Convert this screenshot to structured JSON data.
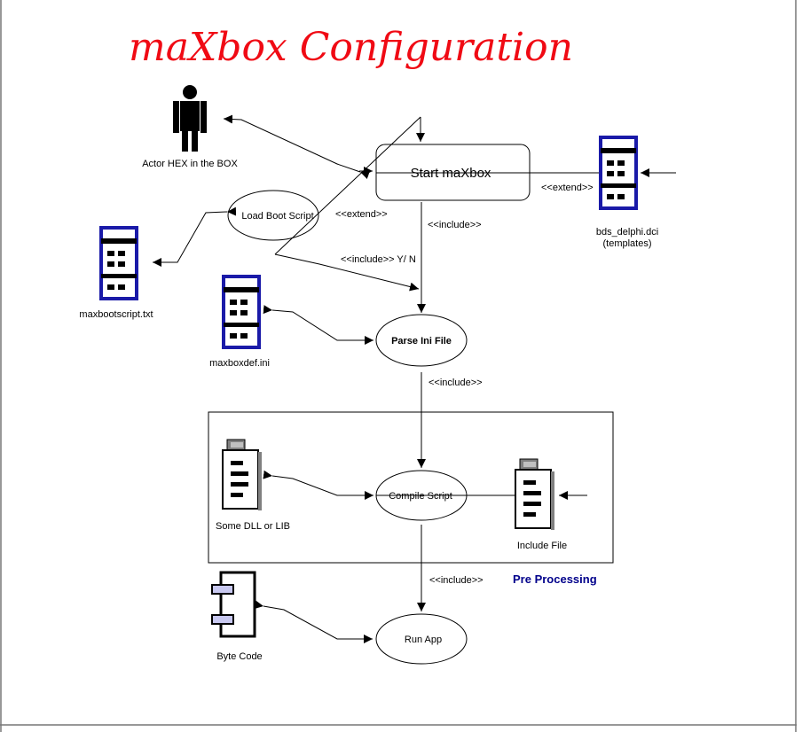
{
  "title": "maXbox Configuration",
  "actor": {
    "label": "Actor HEX in the BOX"
  },
  "nodes": {
    "start": "Start maXbox",
    "load_boot": "Load Boot Script",
    "parse_ini": "Parse Ini File",
    "compile": "Compile Script",
    "run_app": "Run App"
  },
  "artifacts": {
    "bds": [
      "bds_delphi.dci",
      "(templates)"
    ],
    "maxbootscript": "maxbootscript.txt",
    "maxboxdef": "maxboxdef.ini",
    "dll": "Some DLL or LIB",
    "include_file": "Include File",
    "byte_code": "Byte Code"
  },
  "relations": {
    "extend_bds": "<<extend>>",
    "extend_boot": "<<extend>>",
    "include_start": "<<include>>",
    "include_yn": "<<include>> Y/ N",
    "include_parse": "<<include>>",
    "include_run": "<<include>>"
  },
  "group": {
    "label": "Pre Processing"
  },
  "colors": {
    "title": "#f00a14",
    "doc_border": "#1a1aa8",
    "group_label": "#00008b"
  }
}
